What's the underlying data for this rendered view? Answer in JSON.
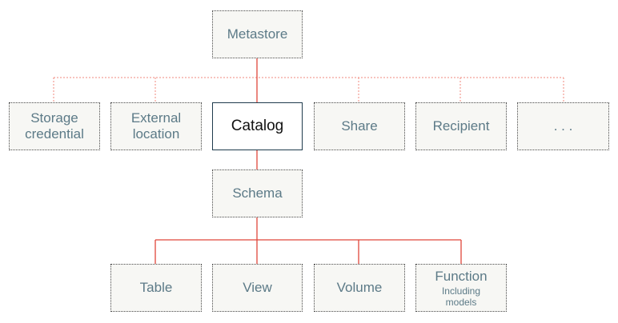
{
  "diagram": {
    "colors": {
      "connector_solid": "#e0463a",
      "connector_dotted": "#f08a7e",
      "node_fill": "#f7f7f4",
      "node_text": "#5c7a87",
      "highlight_border": "#1f3b4d",
      "highlight_text": "#111111"
    },
    "nodes": {
      "metastore": "Metastore",
      "storage_credential": "Storage credential",
      "external_location": "External location",
      "catalog": "Catalog",
      "share": "Share",
      "recipient": "Recipient",
      "more": ". . .",
      "schema": "Schema",
      "table": "Table",
      "view": "View",
      "volume": "Volume",
      "function": "Function",
      "function_note": "Including models"
    }
  }
}
